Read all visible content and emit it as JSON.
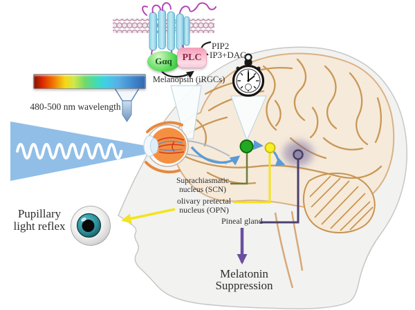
{
  "figure": {
    "signaling": {
      "gaq": "Gαq",
      "plc": "PLC",
      "pip2": "PIP2",
      "ip3dag": "IP3+DAG",
      "melanopsin": "Melanopsin (iRGCs)"
    },
    "spectrum": {
      "wavelength_label": "480-500 nm wavelength"
    },
    "brain_labels": {
      "scn_line1": "Suprachiasmatic",
      "scn_line2": "nucleus (SCN)",
      "opn_line1": "olivary pretectal",
      "opn_line2": "nucleus (OPN)",
      "pineal": "Pineal gland"
    },
    "outcomes": {
      "pupillary_line1": "Pupillary",
      "pupillary_line2": "light reflex",
      "melatonin_line1": "Melatonin",
      "melatonin_line2": "Suppression"
    },
    "icons": {
      "stopwatch": "stopwatch-icon",
      "eyeball_anatomy": "eyeball-icon",
      "pupil_eye": "eye-icon",
      "gpcr_receptor": "receptor-icon",
      "light_beam": "light-beam-icon",
      "head_silhouette": "head-profile-icon"
    },
    "colors": {
      "scn_green": "#22a822",
      "opn_yellow": "#f2e41e",
      "pineal_purple": "#4b4070",
      "melatonin_arrow": "#6a4fa0",
      "pathway_blue": "#5b9bd5",
      "scn_line_olive": "#6e7b3f",
      "beam_blue": "#8abae6",
      "brain_outline": "#c7934f",
      "gaq_green": "#57db57",
      "plc_pink": "#f7a8c0"
    }
  }
}
